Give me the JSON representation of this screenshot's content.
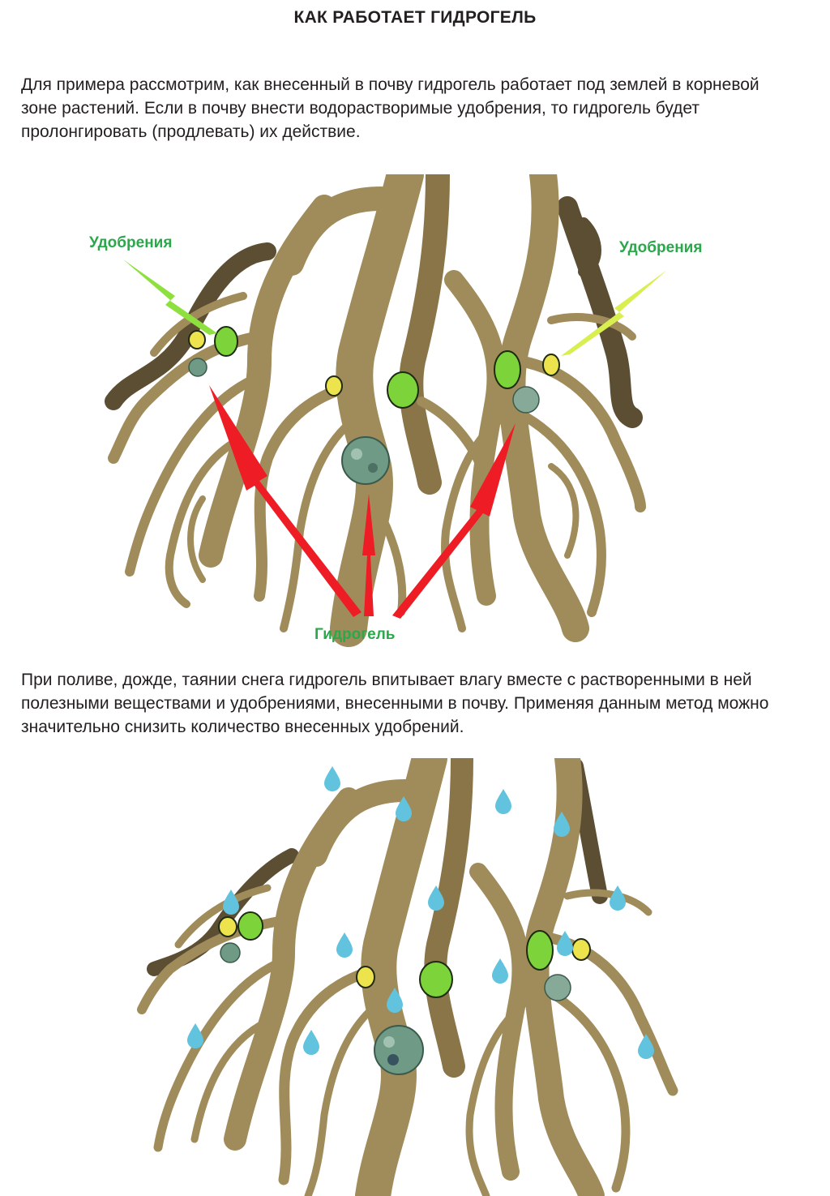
{
  "title": "КАК РАБОТАЕТ ГИДРОГЕЛЬ",
  "intro_text": "Для примера рассмотрим, как внесенный в почву гидрогель работает под землей в корневой зоне растений. Если в почву внести водорастворимые удобрения, то гидрогель будет пролонгировать (продлевать) их действие.",
  "figure1": {
    "label_fertilizer_left": "Удобрения",
    "label_fertilizer_right": "Удобрения",
    "label_hydrogel": "Гидрогель"
  },
  "watering_text": "При поливе, дожде, таянии снега гидрогель впитывает влагу вместе с растворенными в ней полезными веществами и удобрениями, внесенными в почву. Применяя данным метод можно значительно снизить количество внесенных удобрений.",
  "colors": {
    "root": "#a08c5b",
    "root_dark": "#5b4e33",
    "fertilizer_green": "#7cd43a",
    "fertilizer_yellow": "#ede34d",
    "hydrogel": "#6f9a86",
    "arrow_red": "#ee1c24",
    "arrow_green": "#8ee03f",
    "arrow_yellow": "#d9ef4f",
    "label_green": "#2aa84a",
    "water_drop": "#62c3de"
  },
  "icons": [
    "root-system-illustration",
    "fertilizer-granule-icon",
    "hydrogel-granule-icon",
    "red-arrow-icon",
    "water-drop-icon"
  ]
}
